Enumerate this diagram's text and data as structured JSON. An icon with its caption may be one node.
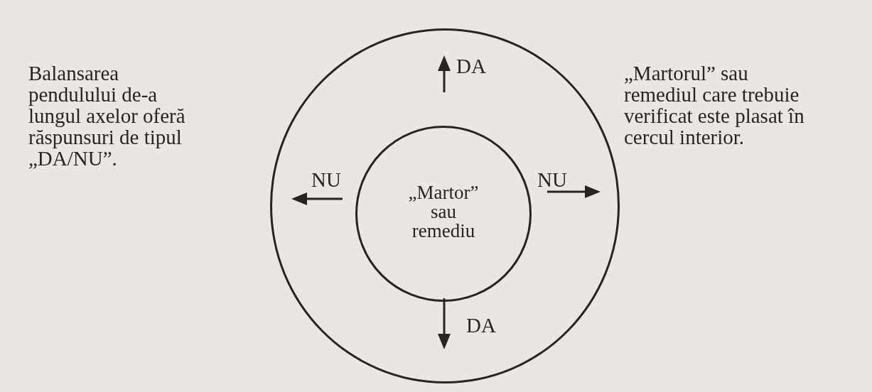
{
  "diagram": {
    "nodes": [
      {
        "text": [],
        "shape": "circle"
      },
      {
        "text": [
          "„Martor” sau remediu"
        ],
        "in": 0
      }
    ],
    "labels": [
      "Balansarea pendulului de-a lungul axelor oferă răspunsuri de tipul „DA/NU”.",
      "DA",
      "„Martorul” sau remediul care trebuie verificat este plasat în cercul interior.",
      "NU",
      "NU",
      "DA"
    ]
  }
}
